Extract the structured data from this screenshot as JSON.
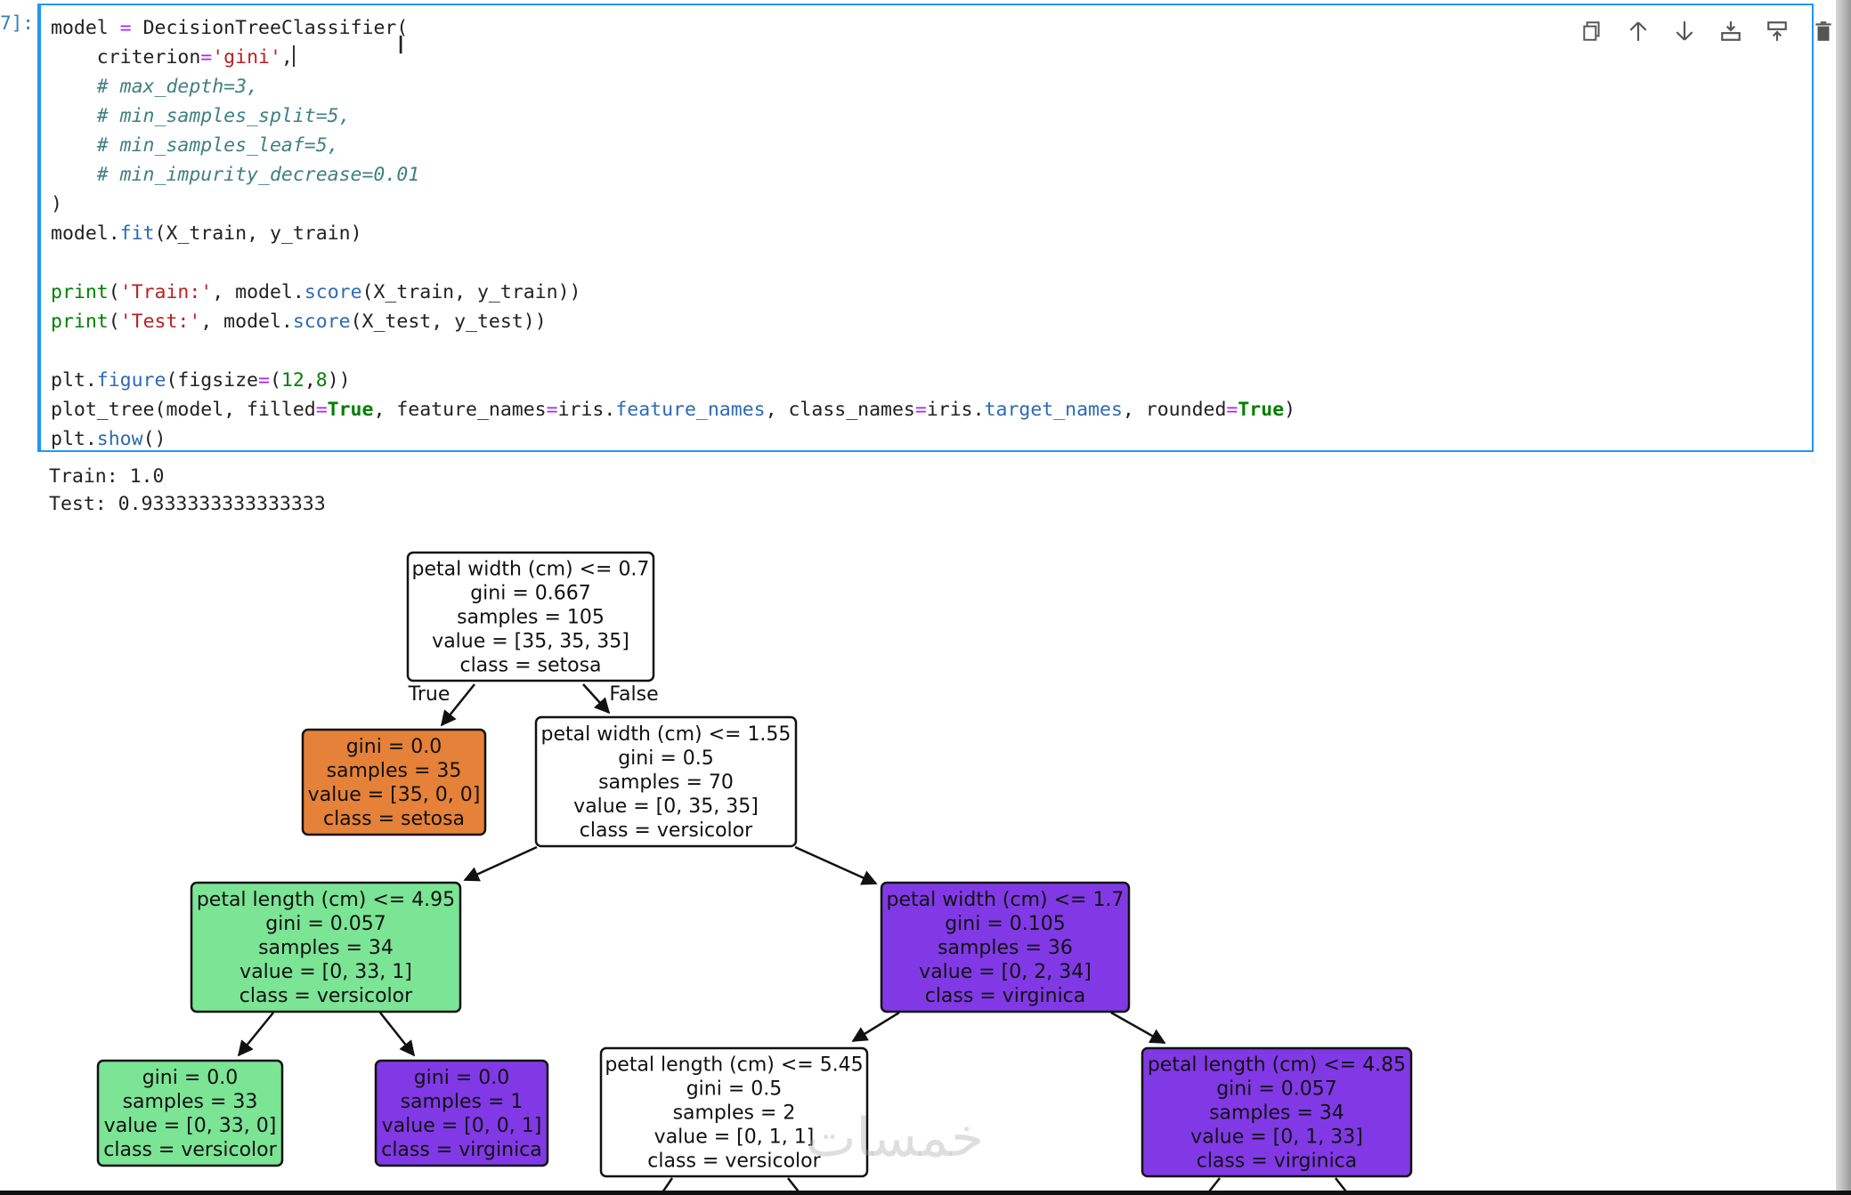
{
  "cell": {
    "prompt": "7]:",
    "code_lines": [
      [
        {
          "t": "model "
        },
        {
          "t": "=",
          "c": "op"
        },
        {
          "t": " DecisionTreeClassifier("
        }
      ],
      [
        {
          "t": "    criterion"
        },
        {
          "t": "=",
          "c": "op"
        },
        {
          "t": "'gini'",
          "c": "str"
        },
        {
          "t": ","
        },
        {
          "caret": true
        }
      ],
      [
        {
          "t": "    # max_depth=3,",
          "c": "cm"
        }
      ],
      [
        {
          "t": "    # min_samples_split=5,",
          "c": "cm"
        }
      ],
      [
        {
          "t": "    # min_samples_leaf=5,",
          "c": "cm"
        }
      ],
      [
        {
          "t": "    # min_impurity_decrease=0.01",
          "c": "cm"
        }
      ],
      [
        {
          "t": ")"
        }
      ],
      [
        {
          "t": "model."
        },
        {
          "t": "fit",
          "c": "fn"
        },
        {
          "t": "(X_train, y_train)"
        }
      ],
      [
        {
          "t": ""
        }
      ],
      [
        {
          "t": "print",
          "c": "kw-plain"
        },
        {
          "t": "("
        },
        {
          "t": "'Train:'",
          "c": "str"
        },
        {
          "t": ", model."
        },
        {
          "t": "score",
          "c": "fn"
        },
        {
          "t": "(X_train, y_train))"
        }
      ],
      [
        {
          "t": "print",
          "c": "kw-plain"
        },
        {
          "t": "("
        },
        {
          "t": "'Test:'",
          "c": "str"
        },
        {
          "t": ", model."
        },
        {
          "t": "score",
          "c": "fn"
        },
        {
          "t": "(X_test, y_test))"
        }
      ],
      [
        {
          "t": ""
        }
      ],
      [
        {
          "t": "plt."
        },
        {
          "t": "figure",
          "c": "fn"
        },
        {
          "t": "(figsize"
        },
        {
          "t": "=",
          "c": "op"
        },
        {
          "t": "("
        },
        {
          "t": "12",
          "c": "num"
        },
        {
          "t": ","
        },
        {
          "t": "8",
          "c": "num"
        },
        {
          "t": "))"
        }
      ],
      [
        {
          "t": "plot_tree(model, filled"
        },
        {
          "t": "=",
          "c": "op"
        },
        {
          "t": "True",
          "c": "kw"
        },
        {
          "t": ", feature_names"
        },
        {
          "t": "=",
          "c": "op"
        },
        {
          "t": "iris."
        },
        {
          "t": "feature_names",
          "c": "attr"
        },
        {
          "t": ", class_names"
        },
        {
          "t": "=",
          "c": "op"
        },
        {
          "t": "iris."
        },
        {
          "t": "target_names",
          "c": "attr"
        },
        {
          "t": ", rounded"
        },
        {
          "t": "=",
          "c": "op"
        },
        {
          "t": "True",
          "c": "kw"
        },
        {
          "t": ")"
        }
      ],
      [
        {
          "t": "plt."
        },
        {
          "t": "show",
          "c": "fn"
        },
        {
          "t": "()"
        }
      ]
    ],
    "toolbar": [
      {
        "name": "copy-cell-icon",
        "title": "Duplicate"
      },
      {
        "name": "move-up-icon",
        "title": "Move up"
      },
      {
        "name": "move-down-icon",
        "title": "Move down"
      },
      {
        "name": "insert-above-icon",
        "title": "Insert above"
      },
      {
        "name": "insert-below-icon",
        "title": "Insert below"
      },
      {
        "name": "delete-icon",
        "title": "Delete"
      }
    ]
  },
  "output": {
    "lines": [
      "Train: 1.0",
      "Test: 0.9333333333333333"
    ]
  },
  "tree": {
    "colors": {
      "white": "#ffffff",
      "orange": "#e58139",
      "green": "#7be495",
      "purple": "#8139e5",
      "purple_light": "#8a46e6"
    },
    "nodes": [
      {
        "id": "n0",
        "fill": "#ffffff",
        "lines": [
          "petal width (cm) <= 0.7",
          "gini = 0.667",
          "samples = 105",
          "value = [35, 35, 35]",
          "class = setosa"
        ]
      },
      {
        "id": "n1",
        "fill": "#e58139",
        "lines": [
          "gini = 0.0",
          "samples = 35",
          "value = [35, 0, 0]",
          "class = setosa"
        ]
      },
      {
        "id": "n2",
        "fill": "#ffffff",
        "lines": [
          "petal width (cm) <= 1.55",
          "gini = 0.5",
          "samples = 70",
          "value = [0, 35, 35]",
          "class = versicolor"
        ]
      },
      {
        "id": "n3",
        "fill": "#7be495",
        "lines": [
          "petal length (cm) <= 4.95",
          "gini = 0.057",
          "samples = 34",
          "value = [0, 33, 1]",
          "class = versicolor"
        ]
      },
      {
        "id": "n4",
        "fill": "#8139e5",
        "lines": [
          "petal width (cm) <= 1.7",
          "gini = 0.105",
          "samples = 36",
          "value = [0, 2, 34]",
          "class = virginica"
        ]
      },
      {
        "id": "n5",
        "fill": "#7be495",
        "lines": [
          "gini = 0.0",
          "samples = 33",
          "value = [0, 33, 0]",
          "class = versicolor"
        ]
      },
      {
        "id": "n6",
        "fill": "#8139e5",
        "lines": [
          "gini = 0.0",
          "samples = 1",
          "value = [0, 0, 1]",
          "class = virginica"
        ]
      },
      {
        "id": "n7",
        "fill": "#ffffff",
        "lines": [
          "petal length (cm) <= 5.45",
          "gini = 0.5",
          "samples = 2",
          "value = [0, 1, 1]",
          "class = versicolor"
        ]
      },
      {
        "id": "n8",
        "fill": "#8139e5",
        "lines": [
          "petal length (cm) <= 4.85",
          "gini = 0.057",
          "samples = 34",
          "value = [0, 1, 33]",
          "class = virginica"
        ]
      }
    ],
    "edge_labels": {
      "true": "True",
      "false": "False"
    }
  }
}
